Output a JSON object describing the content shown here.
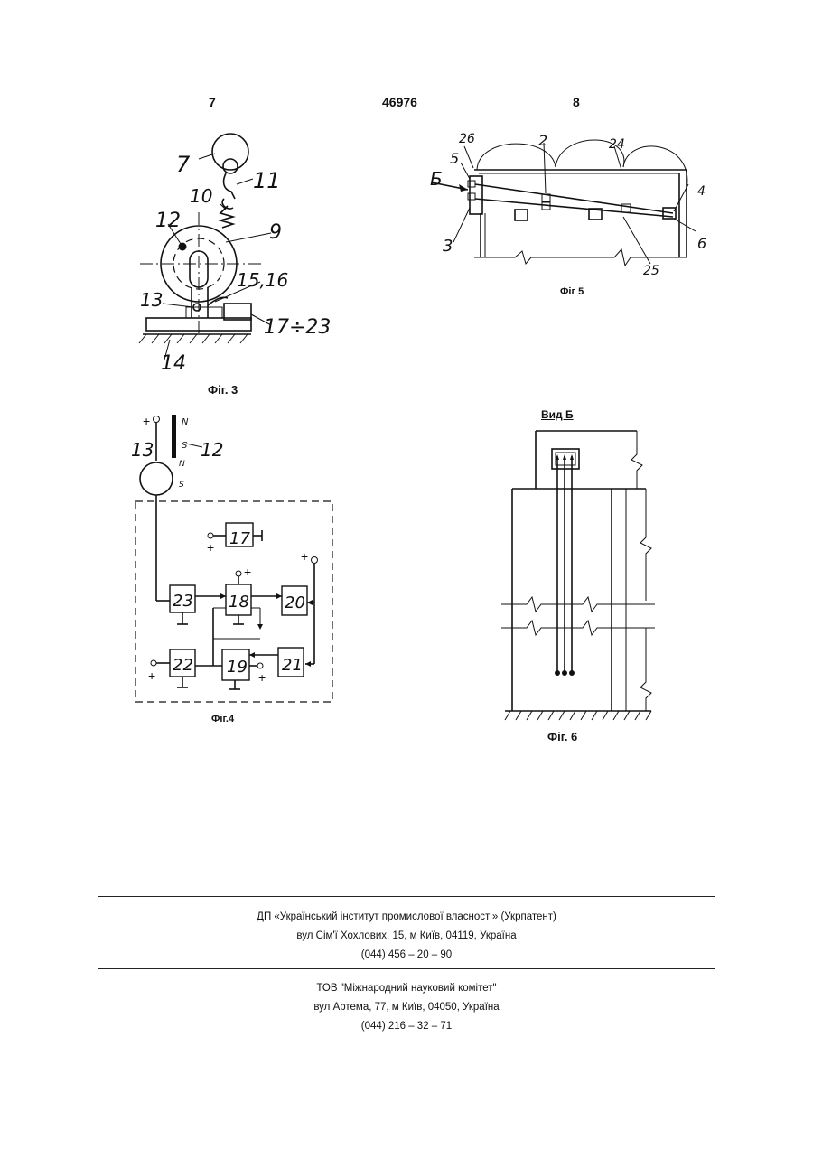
{
  "header": {
    "left_page": "7",
    "patent_number": "46976",
    "right_page": "8"
  },
  "figures": {
    "fig3": {
      "caption": "Фіг. 3",
      "labels": [
        "7",
        "11",
        "10",
        "12",
        "9",
        "15,16",
        "13",
        "17÷23",
        "14"
      ]
    },
    "fig5": {
      "caption": "Фіг 5",
      "labels": [
        "26",
        "2",
        "24",
        "5",
        "Б",
        "3",
        "4",
        "6",
        "25"
      ]
    },
    "fig4": {
      "caption": "Фіг.4",
      "labels": [
        "13",
        "12",
        "N",
        "S",
        "N",
        "S",
        "17",
        "23",
        "18",
        "20",
        "22",
        "19",
        "21"
      ],
      "plus": "+"
    },
    "fig6": {
      "caption": "Фіг. 6",
      "view_label": "Вид  Б"
    }
  },
  "footer": {
    "org1_line1": "ДП «Український інститут промислової власності» (Укрпатент)",
    "org1_line2": "вул  Сім'ї Хохлових, 15, м  Київ, 04119, Україна",
    "org1_line3": "(044) 456 – 20 –  90",
    "org2_line1": "ТОВ \"Міжнародний науковий комітет\"",
    "org2_line2": "вул  Артема, 77, м  Київ, 04050, Україна",
    "org2_line3": "(044) 216 – 32 – 71"
  }
}
